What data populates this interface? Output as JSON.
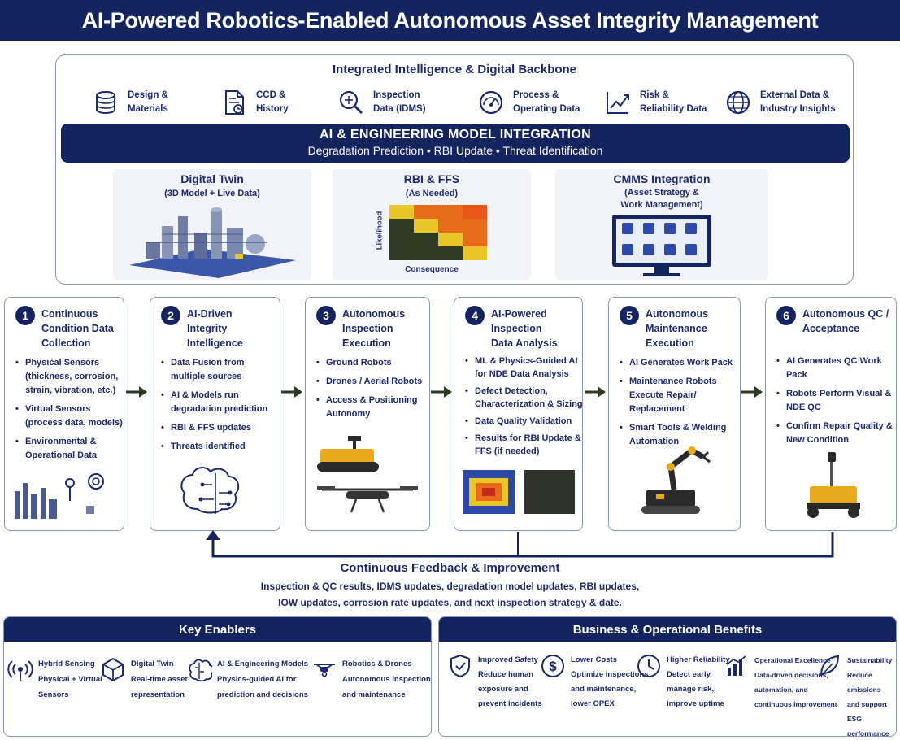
{
  "title": "AI-Powered Robotics-Enabled Autonomous Asset Integrity Management",
  "backbone": {
    "title": "Integrated Intelligence & Digital Backbone",
    "sources": [
      {
        "line1": "Design &",
        "line2": "Materials",
        "icon": "database-icon"
      },
      {
        "line1": "CCD &",
        "line2": "History",
        "icon": "document-clock-icon"
      },
      {
        "line1": "Inspection",
        "line2": "Data (IDMS)",
        "icon": "magnifier-icon"
      },
      {
        "line1": "Process &",
        "line2": "Operating Data",
        "icon": "gauge-icon"
      },
      {
        "line1": "Risk &",
        "line2": "Reliability Data",
        "icon": "trend-chart-icon"
      },
      {
        "line1": "External Data &",
        "line2": "Industry Insights",
        "icon": "globe-icon"
      }
    ],
    "banner": {
      "title": "AI & ENGINEERING MODEL INTEGRATION",
      "subtitle": "Degradation Prediction • RBI Update • Threat Identification"
    },
    "panels": {
      "twin": {
        "title": "Digital Twin",
        "sub1": "(3D Model + Live Data)"
      },
      "rbi": {
        "title": "RBI & FFS",
        "sub1": "(As Needed)",
        "ylabel": "Likelihood",
        "xlabel": "Consequence"
      },
      "cmms": {
        "title": "CMMS Integration",
        "sub1": "(Asset Strategy &",
        "sub2": "Work Management)"
      }
    }
  },
  "steps": [
    {
      "num": "1",
      "title": [
        "Continuous",
        "Condition Data",
        "Collection"
      ],
      "bullets": [
        "Physical Sensors (thickness, corrosion, strain, vibration, etc.)",
        "Virtual Sensors (process data, models)",
        "Environmental & Operational Data"
      ]
    },
    {
      "num": "2",
      "title": [
        "AI-Driven",
        "Integrity",
        "Intelligence"
      ],
      "bullets": [
        "Data Fusion from multiple sources",
        "AI & Models run degradation prediction",
        "RBI & FFS updates",
        "Threats identified"
      ]
    },
    {
      "num": "3",
      "title": [
        "Autonomous",
        "Inspection",
        "Execution"
      ],
      "bullets": [
        "Ground Robots",
        "Drones / Aerial Robots",
        "Access & Positioning Autonomy"
      ]
    },
    {
      "num": "4",
      "title": [
        "AI-Powered",
        "Inspection",
        "Data Analysis"
      ],
      "bullets": [
        "ML & Physics-Guided AI for NDE Data Analysis",
        "Defect Detection, Characterization & Sizing",
        "Data Quality Validation",
        "Results for RBI Update & FFS (if needed)"
      ]
    },
    {
      "num": "5",
      "title": [
        "Autonomous",
        "Maintenance",
        "Execution"
      ],
      "bullets": [
        "AI Generates Work Pack",
        "Maintenance Robots Execute Repair/ Replacement",
        "Smart Tools & Welding Automation"
      ]
    },
    {
      "num": "6",
      "title": [
        "Autonomous QC /",
        "Acceptance"
      ],
      "bullets": [
        "AI Generates QC Work Pack",
        "Robots Perform Visual & NDE QC",
        "Confirm Repair Quality & New Condition"
      ]
    }
  ],
  "feedback": {
    "title": "Continuous Feedback & Improvement",
    "line1": "Inspection & QC results, IDMS updates, degradation model updates, RBI updates,",
    "line2": "IOW updates, corrosion rate updates, and next inspection strategy & date."
  },
  "enablers": {
    "title": "Key Enablers",
    "items": [
      {
        "l1": "Hybrid Sensing",
        "l2": "Physical + Virtual",
        "l3": "Sensors",
        "icon": "signal-waves-icon"
      },
      {
        "l1": "Digital Twin",
        "l2": "Real-time asset",
        "l3": "representation",
        "icon": "cube-icon"
      },
      {
        "l1": "AI & Engineering Models",
        "l2": "Physics-guided AI for",
        "l3": "prediction and decisions",
        "icon": "brain-icon"
      },
      {
        "l1": "Robotics & Drones",
        "l2": "Autonomous inspection",
        "l3": "and maintenance",
        "icon": "drone-icon"
      }
    ]
  },
  "benefits": {
    "title": "Business & Operational Benefits",
    "items": [
      {
        "l1": "Improved Safety",
        "l2": "Reduce human",
        "l3": "exposure and",
        "l4": "prevent incidents",
        "icon": "shield-check-icon"
      },
      {
        "l1": "Lower Costs",
        "l2": "Optimize inspections",
        "l3": "and maintenance,",
        "l4": "lower OPEX",
        "icon": "dollar-icon"
      },
      {
        "l1": "Higher Reliability",
        "l2": "Detect early,",
        "l3": "manage risk,",
        "l4": "improve uptime",
        "icon": "clock-icon"
      },
      {
        "l1": "Operational Excellence",
        "l2": "Data-driven decisions,",
        "l3": "automation, and",
        "l4": "continuous improvement",
        "icon": "bar-chart-icon"
      },
      {
        "l1": "Sustainability",
        "l2": "Reduce emissions",
        "l3": "and support ESG",
        "l4": "performance",
        "icon": "leaf-icon"
      }
    ]
  },
  "colors": {
    "navy": "#13245e",
    "accent": "#1c2a6b",
    "arrow": "#2e3a22",
    "border": "#8a95b8"
  }
}
